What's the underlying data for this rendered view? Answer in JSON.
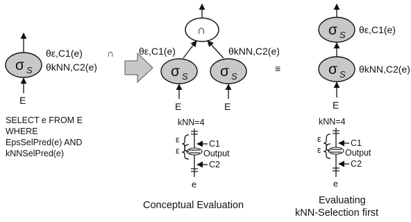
{
  "operator": {
    "symbol": "σ",
    "subscript": "S",
    "intersect": "∩"
  },
  "relation": "E",
  "predicates": {
    "eps_c1": "θε,C1(e)",
    "knn_c2": "θkNN,C2(e)",
    "and_symbol": "∩"
  },
  "query": {
    "lines": [
      "SELECT e FROM E",
      "WHERE",
      "EpsSelPred(e) AND",
      "kNNSelPred(e)"
    ]
  },
  "equivalence": "≡",
  "axis": {
    "knn_label": "kNN=4",
    "eps_label": "ε",
    "c1_label": "C1",
    "output_label": "Output",
    "c2_label": "C2",
    "e_label": "e"
  },
  "captions": {
    "conceptual": "Conceptual Evaluation",
    "knn_first_line1": "Evaluating",
    "knn_first_line2": "kNN-Selection first"
  },
  "colors": {
    "node": "#c8c8c8",
    "arrow": "#c8c8c8",
    "ink": "#111111"
  }
}
